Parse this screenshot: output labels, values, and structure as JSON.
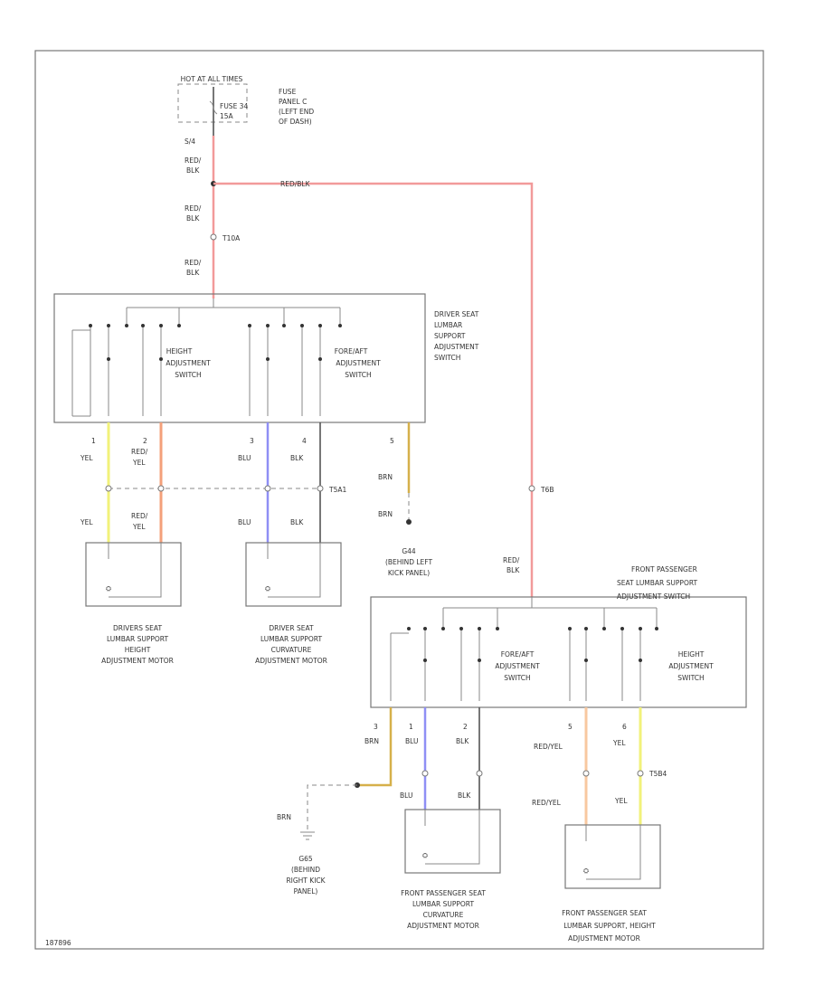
{
  "diagram": {
    "power_source": "HOT AT ALL TIMES",
    "fuse_label": "FUSE 34",
    "fuse_amps": "15A",
    "fuse_panel": [
      "FUSE",
      "PANEL C",
      "(LEFT END",
      "OF DASH)"
    ],
    "splice_s54": "S/4",
    "wire_red_blk": [
      "RED/",
      "BLK"
    ],
    "wire_red_blk_h": "RED/BLK",
    "connector_t10a": "T10A",
    "connector_t6b": "T6B",
    "connector_t5a1": "T5A1",
    "connector_t5b4": "T5B4",
    "driver_switch_name": [
      "DRIVER SEAT",
      "LUMBAR",
      "SUPPORT",
      "ADJUSTMENT",
      "SWITCH"
    ],
    "height_switch": [
      "HEIGHT",
      "ADJUSTMENT",
      "SWITCH"
    ],
    "foreaft_switch": [
      "FORE/AFT",
      "ADJUSTMENT",
      "SWITCH"
    ],
    "pins": {
      "p1": "1",
      "p2": "2",
      "p3": "3",
      "p4": "4",
      "p5": "5",
      "p6": "6"
    },
    "wires": {
      "yel": "YEL",
      "red_yel": [
        "RED/",
        "YEL"
      ],
      "red_yel_h": "RED/YEL",
      "blu": "BLU",
      "blk": "BLK",
      "brn": "BRN"
    },
    "ground_g44": [
      "G44",
      "(BEHIND LEFT",
      "KICK PANEL)"
    ],
    "ground_g65": [
      "G65",
      "(BEHIND",
      "RIGHT KICK",
      "PANEL)"
    ],
    "driver_height_motor": [
      "DRIVERS SEAT",
      "LUMBAR SUPPORT",
      "HEIGHT",
      "ADJUSTMENT MOTOR"
    ],
    "driver_curvature_motor": [
      "DRIVER SEAT",
      "LUMBAR SUPPORT",
      "CURVATURE",
      "ADJUSTMENT MOTOR"
    ],
    "pass_switch_name": [
      "FRONT PASSENGER",
      "SEAT LUMBAR SUPPORT",
      "ADJUSTMENT SWITCH"
    ],
    "pass_curvature_motor": [
      "FRONT PASSENGER SEAT",
      "LUMBAR SUPPORT",
      "CURVATURE",
      "ADJUSTMENT MOTOR"
    ],
    "pass_height_motor": [
      "FRONT PASSENGER SEAT",
      "LUMBAR SUPPORT, HEIGHT",
      "ADJUSTMENT MOTOR"
    ],
    "figure_id": "187896"
  },
  "colors": {
    "red_blk": "#f29a9a",
    "yel": "#f2f27a",
    "red_yel": "#f4a07a",
    "blu": "#8f8ff5",
    "brn": "#d6b04a",
    "blk": "#666666",
    "red_yel_pass": "#f8c8a0"
  }
}
